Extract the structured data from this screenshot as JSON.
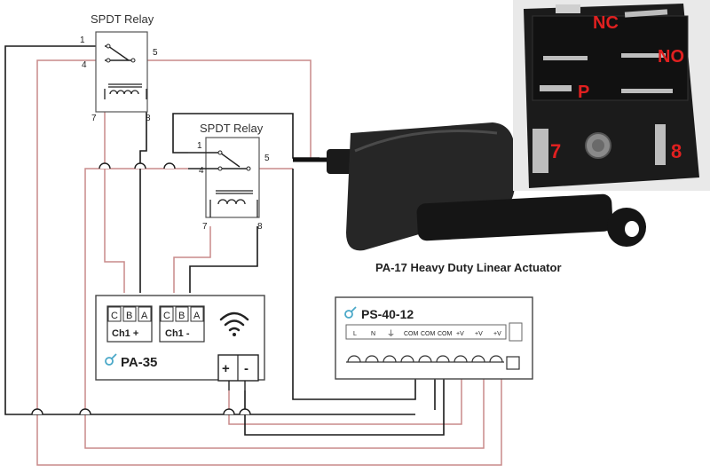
{
  "relay1": {
    "title": "SPDT Relay",
    "pins": {
      "p1": "1",
      "p4": "4",
      "p5": "5",
      "p7": "7",
      "p8": "8"
    }
  },
  "relay2": {
    "title": "SPDT Relay",
    "pins": {
      "p1": "1",
      "p4": "4",
      "p5": "5",
      "p7": "7",
      "p8": "8"
    }
  },
  "actuator": {
    "caption": "PA-17 Heavy Duty Linear Actuator"
  },
  "pa35": {
    "name": "PA-35",
    "terminals": [
      "C",
      "B",
      "A"
    ],
    "ch1_plus": "Ch1 +",
    "ch1_minus": "Ch1 -",
    "plus": "+",
    "minus": "-"
  },
  "ps4012": {
    "name": "PS-40-12",
    "labels": [
      "L",
      "N",
      "⏚",
      "COM",
      "COM",
      "COM",
      "+V",
      "+V",
      "+V"
    ]
  },
  "photo_labels": {
    "nc": "NC",
    "no": "NO",
    "p": "P",
    "pin7": "7",
    "pin8": "8"
  },
  "colors": {
    "wire_black": "#1a1a1a",
    "wire_red": "#c98a8a",
    "label_red": "#e02020"
  }
}
